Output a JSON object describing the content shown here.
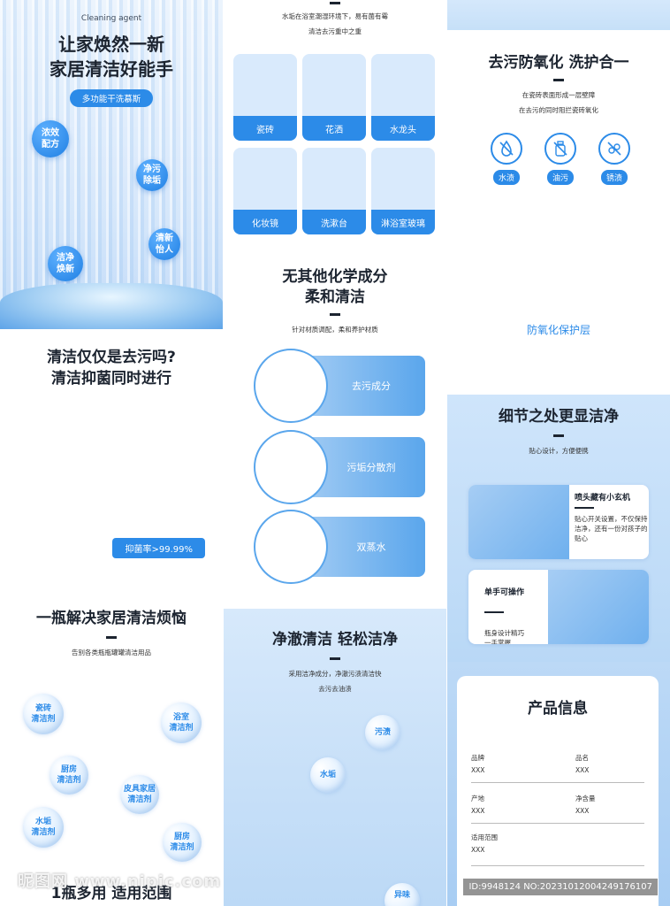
{
  "hero": {
    "kicker": "Cleaning agent",
    "title_line1": "让家焕然一新",
    "title_line2": "家居清洁好能手",
    "pill": "多功能干洗慕斯",
    "bubbles": [
      "浓效\n配方",
      "净污\n除垢",
      "清新\n怡人",
      "洁净\n焕新"
    ]
  },
  "question": {
    "title_line1": "清洁仅仅是去污吗?",
    "title_line2": "清洁抑菌同时进行",
    "rate": "抑菌率>99.99%"
  },
  "multi": {
    "title": "一瓶解决家居清洁烦恼",
    "sub": "告别各类瓶瓶罐罐清洁用品",
    "items": [
      "瓷砖\n清洁剂",
      "浴室\n清洁剂",
      "厨房\n清洁剂",
      "皮具家居\n清洁剂",
      "水垢\n清洁剂",
      "厨房\n清洁剂"
    ],
    "bottom_title": "1瓶多用 适用范围"
  },
  "scale": {
    "sub1": "水垢在浴室潮湿环境下，易有菌有霉",
    "sub2": "清洁去污重中之重",
    "tiles": [
      "瓷砖",
      "花洒",
      "水龙头",
      "化妆镜",
      "洗漱台",
      "淋浴室玻璃"
    ]
  },
  "chemistry": {
    "title_line1": "无其他化学成分",
    "title_line2": "柔和清洁",
    "sub": "针对材质调配，柔和养护材质",
    "ingredients": [
      "去污成分",
      "污垢分散剂",
      "双蒸水"
    ]
  },
  "clean": {
    "title": "净澈清洁 轻松洁净",
    "sub1": "采用洁净成分，净澈污渍清洁快",
    "sub2": "去污去油渍",
    "bubbles": [
      "污渍",
      "水垢",
      "异味"
    ]
  },
  "oxidation": {
    "title": "去污防氧化 洗护合一",
    "sub1": "在瓷砖表面形成一层壁障",
    "sub2": "在去污的同时阻拦瓷砖氧化",
    "icons": [
      "水渍",
      "油污",
      "锈渍"
    ],
    "layer": "防氧化保护层"
  },
  "detail": {
    "title": "细节之处更显洁净",
    "sub": "贴心设计，方便便携",
    "card1_head": "喷头藏有小玄机",
    "card1_body": "贴心开关设置，不仅保持洁净，还有一份对孩子的贴心",
    "card2_head": "单手可操作",
    "card2_body": "瓶身设计精巧\n一手掌握\n方便携带"
  },
  "info": {
    "title": "产品信息",
    "brand_label": "品牌",
    "brand_value": "XXX",
    "name_label": "品名",
    "name_value": "XXX",
    "origin_label": "产地",
    "origin_value": "XXX",
    "volume_label": "净含量",
    "volume_value": "XXX",
    "scope_label": "适用范围",
    "scope_value": "XXX"
  },
  "watermark": {
    "logo": "昵图网 www.nipic.com",
    "id": "ID:9948124 NO:20231012004249176107"
  },
  "colors": {
    "accent": "#2c8be8",
    "light": "#d9eafc"
  }
}
